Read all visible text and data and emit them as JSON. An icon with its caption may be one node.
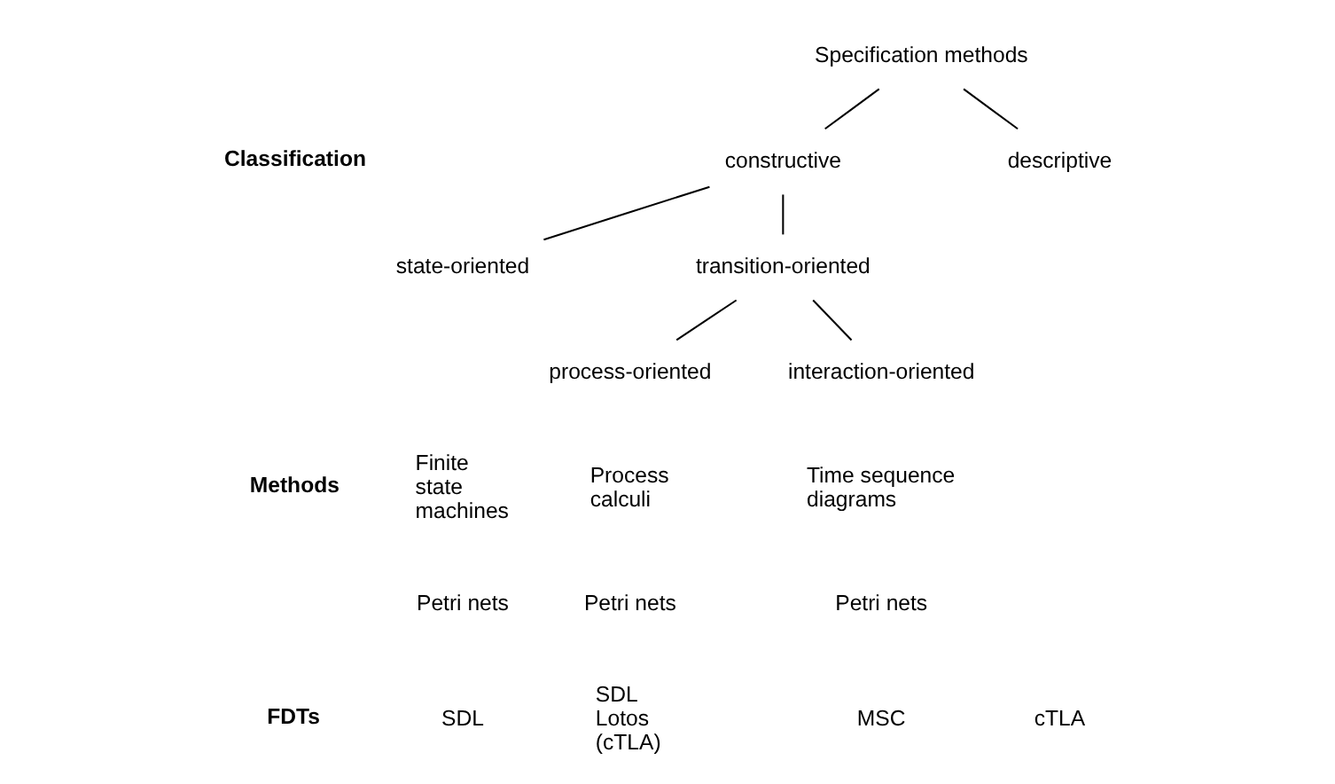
{
  "diagram": {
    "nodes": [
      {
        "text": [
          "Specification methods"
        ]
      },
      {
        "text": [
          "constructive"
        ]
      },
      {
        "text": [
          "descriptive"
        ]
      },
      {
        "text": [
          "state-oriented"
        ]
      },
      {
        "text": [
          "transition-oriented"
        ]
      },
      {
        "text": [
          "process-oriented"
        ]
      },
      {
        "text": [
          "interaction-oriented"
        ]
      }
    ],
    "edges": [
      {
        "from": 0,
        "to": 1,
        "arrow": "none"
      },
      {
        "from": 0,
        "to": 2,
        "arrow": "none"
      },
      {
        "from": 1,
        "to": 3,
        "arrow": "none"
      },
      {
        "from": 1,
        "to": 4,
        "arrow": "none"
      },
      {
        "from": 4,
        "to": 5,
        "arrow": "none"
      },
      {
        "from": 4,
        "to": 6,
        "arrow": "none"
      }
    ],
    "labels": [
      "Classification",
      "Methods",
      "Finite state machines",
      "Process calculi",
      "Time sequence diagrams",
      "Petri nets",
      "Petri nets",
      "Petri nets",
      "FDTs",
      "SDL",
      "SDL Lotos (cTLA)",
      "MSC",
      "cTLA"
    ]
  }
}
